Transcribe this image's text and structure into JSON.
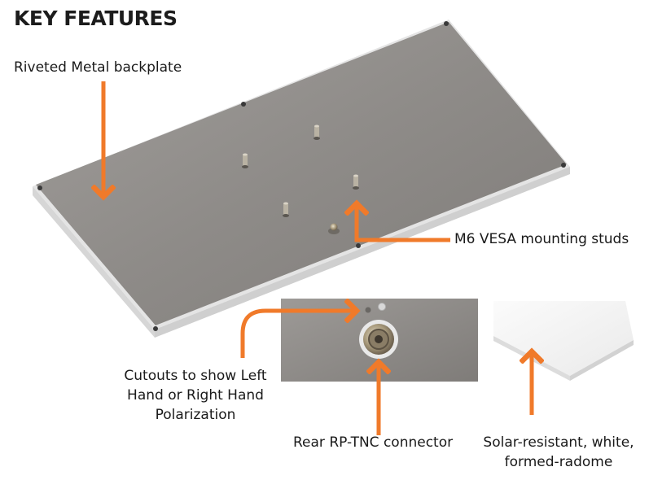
{
  "title": "KEY FEATURES",
  "labels": {
    "backplate": "Riveted Metal backplate",
    "studs": "M6 VESA mounting studs",
    "cutouts": [
      "Cutouts to show Left",
      "Hand or Right Hand",
      "Polarization"
    ],
    "connector": "Rear RP-TNC connector",
    "radome": [
      "Solar-resistant, white,",
      "formed-radome"
    ]
  },
  "colors": {
    "arrow": "#f07a2a",
    "metal": "#8f8c89",
    "radome": "#f2f2f2"
  }
}
